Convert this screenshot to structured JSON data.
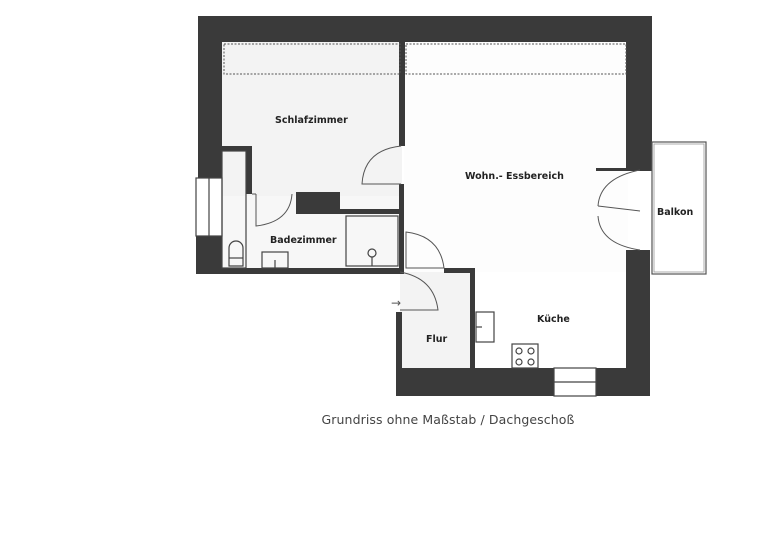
{
  "plan": {
    "title": "Grundriss ohne Maßstab / Dachgeschoß",
    "rooms": [
      {
        "id": "schlafzimmer",
        "label": "Schlafzimmer"
      },
      {
        "id": "wohn-essbereich",
        "label": "Wohn.- Essbereich"
      },
      {
        "id": "balkon",
        "label": "Balkon"
      },
      {
        "id": "badezimmer",
        "label": "Badezimmer"
      },
      {
        "id": "flur",
        "label": "Flur"
      },
      {
        "id": "kueche",
        "label": "Küche"
      }
    ],
    "entrance_arrow": "→",
    "colors": {
      "wall": "#3a3a3a",
      "floor_light": "#f4f4f4",
      "background": "#ffffff",
      "text": "#222222"
    }
  }
}
